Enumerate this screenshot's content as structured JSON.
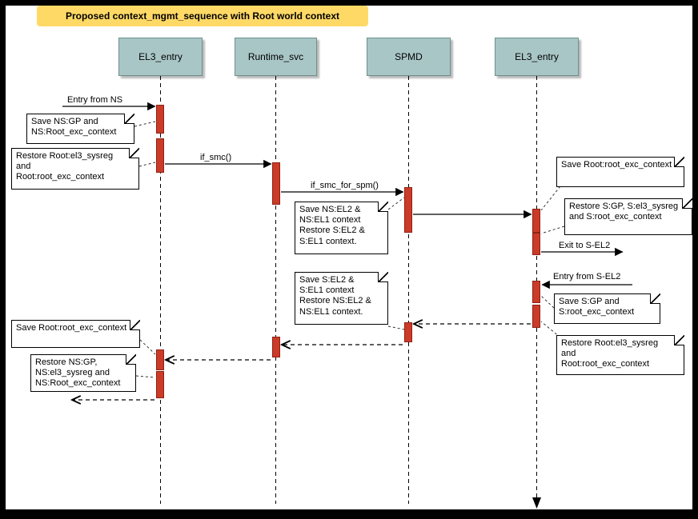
{
  "title": "Proposed context_mgmt_sequence with Root world context",
  "colors": {
    "title_bg": "#ffd966",
    "header_bg": "#a9c6c6",
    "header_border": "#6f8f8f",
    "activation_fill": "#cb3b28",
    "activation_border": "#8e2217",
    "note_bg": "#ffffff"
  },
  "lifelines": [
    {
      "label": "EL3_entry"
    },
    {
      "label": "Runtime_svc"
    },
    {
      "label": "SPMD"
    },
    {
      "label": "EL3_entry"
    }
  ],
  "messages": {
    "entry_from_ns": "Entry from NS",
    "if_smc": "if_smc()",
    "if_smc_for_spm": "if_smc_for_spm()",
    "exit_to_sel2": "Exit to S-EL2",
    "entry_from_sel2": "Entry from S-EL2"
  },
  "notes": [
    {
      "text": "Save NS:GP and\nNS:Root_exc_context"
    },
    {
      "text": "Restore Root:el3_sysreg\nand\nRoot:root_exc_context"
    },
    {
      "text": "Save NS:EL2 &\nNS:EL1 context\nRestore S:EL2 &\nS:EL1 context."
    },
    {
      "text": "Save Root:root_exc_context"
    },
    {
      "text": "Restore S:GP, S:el3_sysreg\nand S:root_exc_context"
    },
    {
      "text": "Save S:GP and\nS:root_exc_context"
    },
    {
      "text": "Restore Root:el3_sysreg\nand\nRoot:root_exc_context"
    },
    {
      "text": "Save S:EL2 &\nS:EL1 context\nRestore NS:EL2 &\nNS:EL1 context."
    },
    {
      "text": "Save Root:root_exc_context"
    },
    {
      "text": "Restore NS:GP,\nNS:el3_sysreg and\nNS:Root_exc_context"
    }
  ]
}
